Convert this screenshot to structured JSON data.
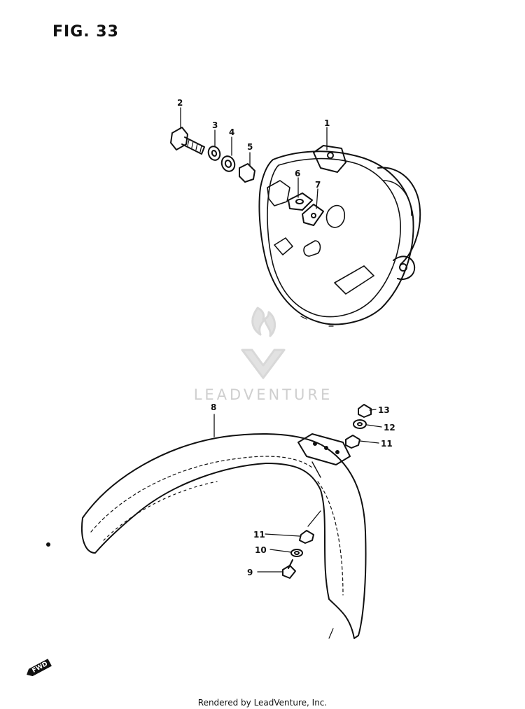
{
  "figure": {
    "title": "FIG. 33"
  },
  "watermark": {
    "text": "LEADVENTURE"
  },
  "footer": {
    "text": "Rendered by LeadVenture, Inc."
  },
  "direction_marker": {
    "text": "FWD",
    "icon": "forward-arrow-icon"
  },
  "parts": {
    "p1": "1",
    "p2": "2",
    "p3": "3",
    "p4": "4",
    "p5": "5",
    "p6": "6",
    "p7": "7",
    "p8": "8",
    "p9": "9",
    "p10": "10",
    "p11a": "11",
    "p11b": "11",
    "p12": "12",
    "p13": "13"
  },
  "colors": {
    "line": "#111111",
    "watermark": "#d3d3d3",
    "background": "#ffffff"
  }
}
